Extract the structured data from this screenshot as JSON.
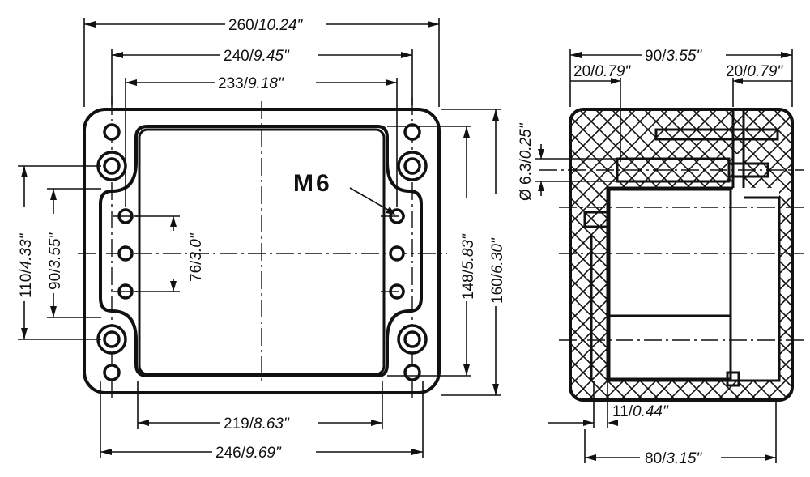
{
  "dimensions": {
    "top_260": {
      "a": "260/",
      "b": "10.24\""
    },
    "top_240": {
      "a": "240/",
      "b": "9.45\""
    },
    "top_233": {
      "a": "233/",
      "b": "9.18\""
    },
    "bottom_219": {
      "a": "219/",
      "b": "8.63\""
    },
    "bottom_246": {
      "a": "246/",
      "b": "9.69\""
    },
    "left_110": {
      "a": "110/",
      "b": "4.33\""
    },
    "left_90": {
      "a": "90/",
      "b": "3.55\""
    },
    "mid_76": {
      "a": "76/",
      "b": "3.0\""
    },
    "right_148": {
      "a": "148/",
      "b": "5.83\""
    },
    "right_160": {
      "a": "160/",
      "b": "6.30\""
    },
    "side_90": {
      "a": "90/",
      "b": "3.55\""
    },
    "side_20_left": {
      "a": "20/",
      "b": "0.79\""
    },
    "side_20_right": {
      "a": "20/",
      "b": "0.79\""
    },
    "side_dia": {
      "a": "Ø 6.3/",
      "b": "0.25\""
    },
    "side_11": {
      "a": "11/",
      "b": "0.44\""
    },
    "side_80": {
      "a": "80/",
      "b": "3.15\""
    }
  },
  "thread_label": "M6"
}
